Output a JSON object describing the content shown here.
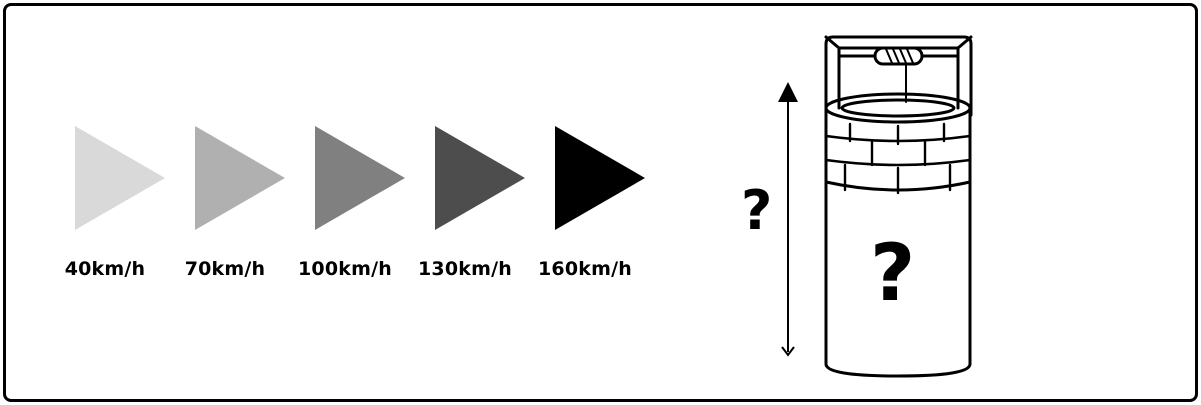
{
  "speeds": [
    {
      "label": "40km/h",
      "color": "#d9d9d9"
    },
    {
      "label": "70km/h",
      "color": "#b0b0b0"
    },
    {
      "label": "100km/h",
      "color": "#808080"
    },
    {
      "label": "130km/h",
      "color": "#4d4d4d"
    },
    {
      "label": "160km/h",
      "color": "#000000"
    }
  ],
  "height_question": "?",
  "well_question": "?"
}
